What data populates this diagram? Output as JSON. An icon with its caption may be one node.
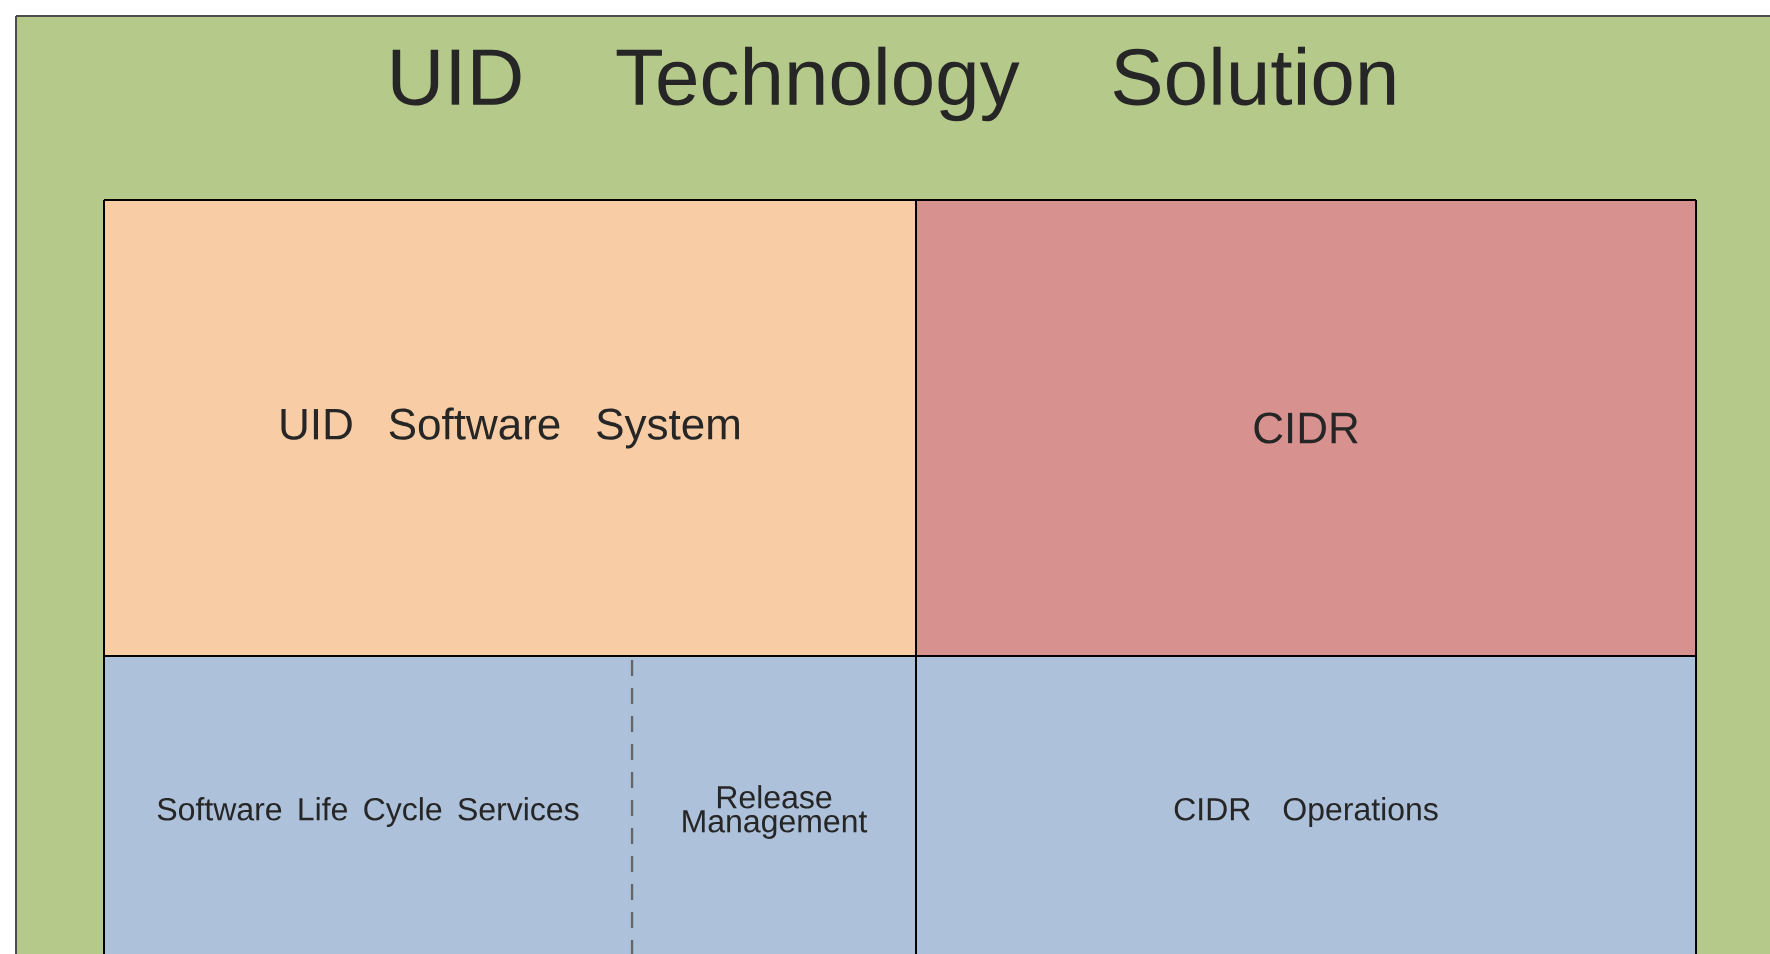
{
  "diagram": {
    "nodes": [
      {
        "text": [
          "UID Technology Solution"
        ]
      },
      {
        "text": [
          "UID Software System"
        ],
        "in": 0
      },
      {
        "text": [
          "CIDR"
        ],
        "in": 0
      },
      {
        "text": [
          "Software Life Cycle Services"
        ],
        "in": 0
      },
      {
        "text": [
          "Release Management"
        ],
        "in": 0
      },
      {
        "text": [
          "CIDR Operations"
        ],
        "in": 0
      }
    ]
  }
}
